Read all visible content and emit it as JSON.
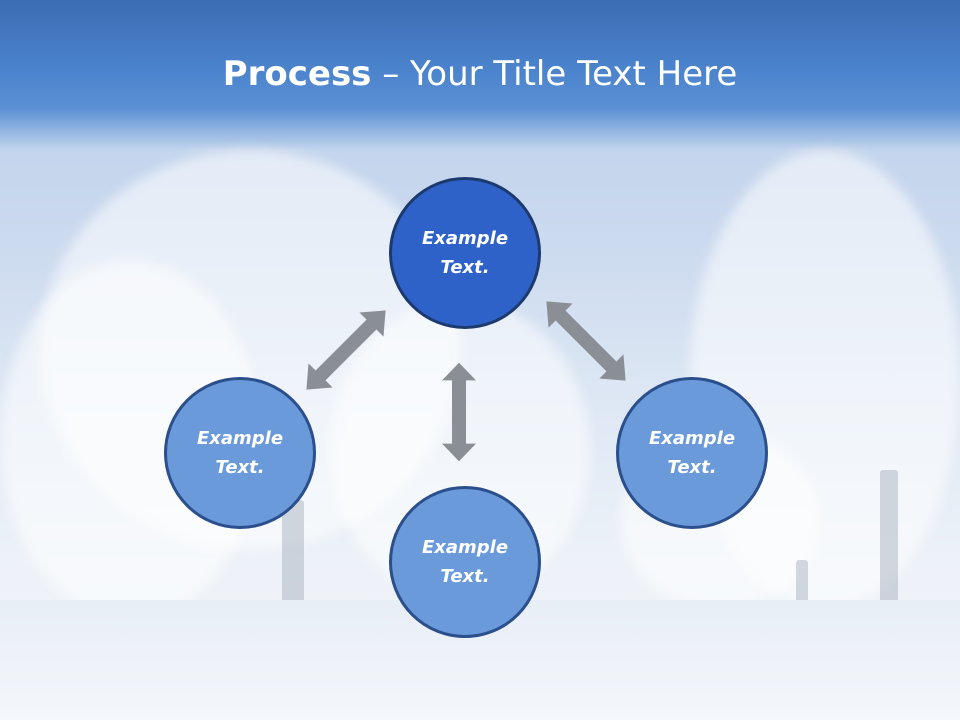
{
  "slide": {
    "title_bold": "Process",
    "title_rest": " – Your Title Text Here"
  },
  "nodes": {
    "top": "Example\nText.",
    "left": "Example\nText.",
    "right": "Example\nText.",
    "bottom": "Example\nText."
  },
  "colors": {
    "title_band": "#3a6db3",
    "node_center": "#2f62c9",
    "node_outer": "#6a9ada",
    "node_border": "#2a4f8c",
    "arrow": "#8a8f96"
  },
  "icons": [
    "double-arrow-icon"
  ]
}
